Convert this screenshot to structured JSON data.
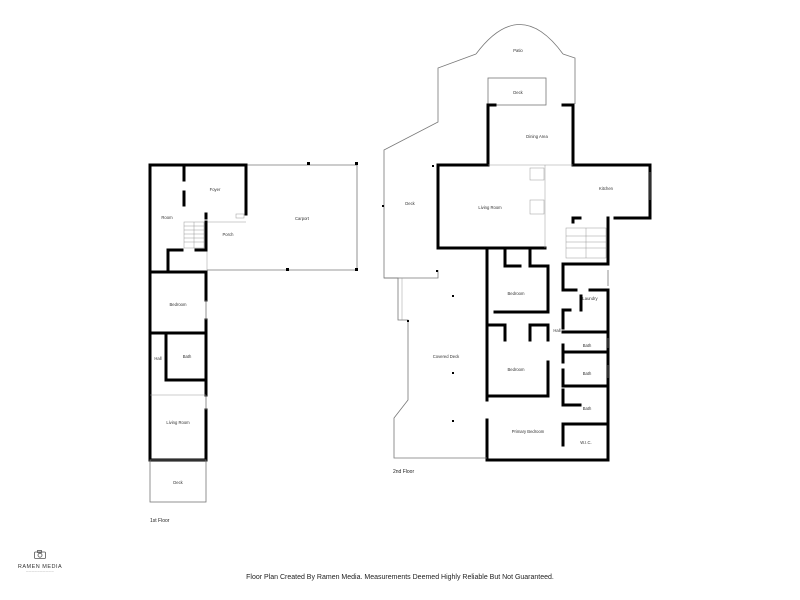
{
  "floors": {
    "first": {
      "label": "1st Floor",
      "rooms": {
        "foyer": "Foyer",
        "room": "Room",
        "porch": "Porch",
        "carport": "Carport",
        "bedroom": "Bedroom",
        "hall": "Hall",
        "bath": "Bath",
        "living_room": "Living Room",
        "deck": "Deck"
      }
    },
    "second": {
      "label": "2nd Floor",
      "rooms": {
        "patio": "Patio",
        "deck_top": "Deck",
        "dining_area": "Dining Area",
        "deck_side": "Deck",
        "living_room": "Living Room",
        "kitchen": "Kitchen",
        "bedroom_1": "Bedroom",
        "laundry": "Laundry",
        "hall": "Hall",
        "covered_deck": "Covered Deck",
        "bath_1": "Bath",
        "bedroom_2": "Bedroom",
        "bath_2": "Bath",
        "bath_3": "Bath",
        "primary_bedroom": "Primary Bedroom",
        "wic": "W.I.C."
      }
    }
  },
  "logo": {
    "name": "RAMEN MEDIA",
    "icon": "camera-icon"
  },
  "caption": "Floor Plan Created By Ramen Media. Measurements Deemed Highly Reliable But Not Guaranteed."
}
